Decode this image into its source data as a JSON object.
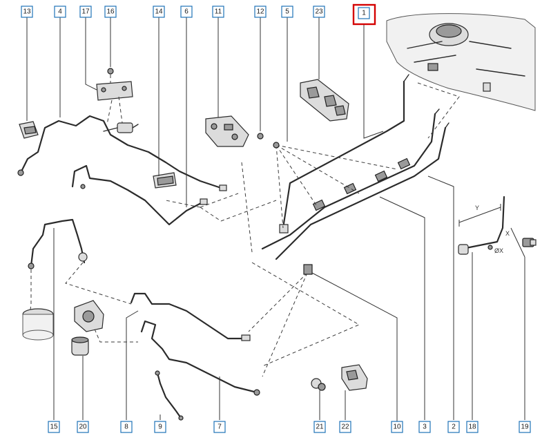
{
  "callouts_top": [
    "13",
    "4",
    "17",
    "16",
    "14",
    "6",
    "11",
    "12",
    "5",
    "23",
    "1"
  ],
  "callouts_bottom": [
    "15",
    "20",
    "8",
    "9",
    "7",
    "21",
    "22",
    "10",
    "3",
    "2",
    "18",
    "19"
  ],
  "highlighted_callout": "1",
  "dimension_labels": {
    "y": "Y",
    "x": "X",
    "diameter": "ØX"
  },
  "colors": {
    "callout_border": "#1e73b8",
    "highlight_border": "#d40000",
    "line": "#2b2b2b"
  }
}
